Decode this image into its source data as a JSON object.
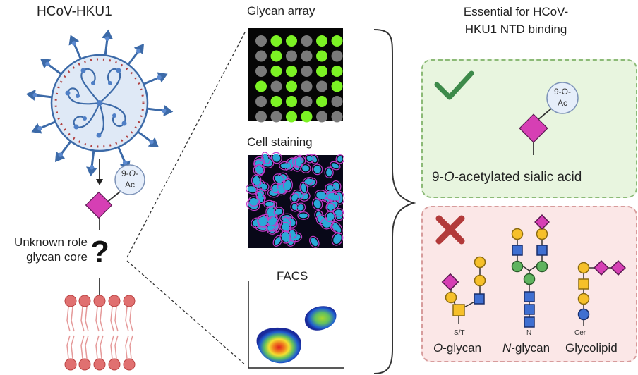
{
  "left": {
    "virus_title": "HCoV-HKU1",
    "ac_label_top": "9-",
    "ac_label_o": "O",
    "ac_label_dash": "-",
    "ac_label_bottom": "Ac",
    "unknown_label": "Unknown role glycan core",
    "question_mark": "?"
  },
  "middle": {
    "array_title": "Glycan array",
    "staining_title": "Cell staining",
    "facs_title": "FACS",
    "array_grid": [
      [
        0,
        1,
        1,
        0,
        1,
        1
      ],
      [
        0,
        1,
        0,
        0,
        1,
        0
      ],
      [
        0,
        1,
        1,
        0,
        1,
        1
      ],
      [
        1,
        0,
        1,
        0,
        0,
        1
      ],
      [
        0,
        1,
        1,
        0,
        1,
        0
      ],
      [
        0,
        0,
        1,
        1,
        0,
        0
      ]
    ]
  },
  "right": {
    "essential_title": "Essential for HCoV-HKU1 NTD binding",
    "sialic_label_pre": "9-",
    "sialic_label_o": "O",
    "sialic_label_post": "-acetylated sialic acid",
    "ac_top": "9-O-",
    "ac_bottom": "Ac",
    "o_glycan_sub": "S/T",
    "o_glycan_label_o": "O",
    "o_glycan_label_rest": "-glycan",
    "n_glycan_sub": "N",
    "n_glycan_label_n": "N",
    "n_glycan_label_rest": "-glycan",
    "glycolipid_sub": "Cer",
    "glycolipid_label": "Glycolipid"
  },
  "colors": {
    "sialic": "#d63fb4",
    "galactose": "#f6c02a",
    "glcnac": "#3f6fd1",
    "mannose": "#5fb35f",
    "glucose": "#3f6fd1",
    "check": "#3d8a4a",
    "cross": "#b23a3a",
    "array_on": "#7cf224",
    "array_off": "#7a7a7a"
  }
}
